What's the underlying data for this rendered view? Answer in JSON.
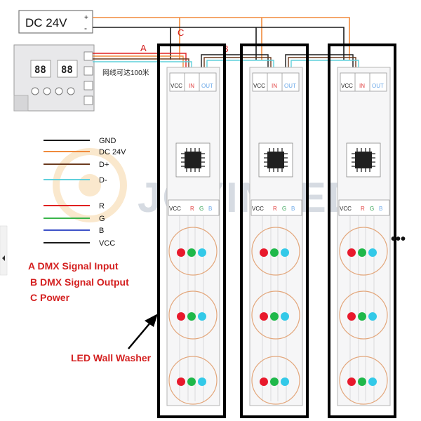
{
  "power_supply": {
    "label": "DC 24V",
    "plus": "+",
    "minus": "-"
  },
  "controller": {
    "digit_left": "88",
    "digit_right": "88",
    "cable_note": "网线可达100米"
  },
  "connection_markers": {
    "a": "A",
    "b": "B",
    "c": "C"
  },
  "legend": {
    "items": [
      {
        "label": "GND",
        "color": "#1a1a1a"
      },
      {
        "label": "DC 24V",
        "color": "#f08a3c"
      },
      {
        "label": "D+",
        "color": "#6b3a1e"
      },
      {
        "label": "D-",
        "color": "#5fd0dc"
      },
      {
        "label": "R",
        "color": "#e02020"
      },
      {
        "label": "G",
        "color": "#3ab54a"
      },
      {
        "label": "B",
        "color": "#3e52c8"
      },
      {
        "label": "VCC",
        "color": "#1a1a1a"
      }
    ]
  },
  "notes": {
    "a": "A DMX Signal Input",
    "b": "B DMX Signal Output",
    "c": "C Power"
  },
  "washer_label": "LED Wall Washer",
  "module_pins": {
    "vcc": "VCC",
    "in": "IN",
    "out": "OUT"
  },
  "output_pins": {
    "vcc": "VCC",
    "r": "R",
    "g": "G",
    "b": "B"
  },
  "watermark": "JOYINLED",
  "ellipsis": "•••",
  "colors": {
    "red_text": "#d42020",
    "frame": "#000000",
    "circle": "#e3a77c",
    "led_red": "#e8192c",
    "led_green": "#1fb84a",
    "led_cyan": "#33c9e8",
    "pin_blue": "#6aa8e8",
    "pin_red": "#e04040",
    "pin_green": "#30a050"
  }
}
